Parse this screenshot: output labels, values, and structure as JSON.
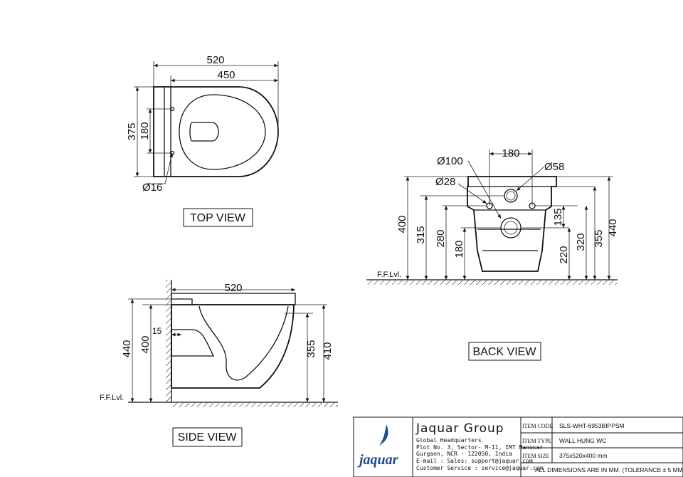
{
  "top_view": {
    "label": "TOP VIEW",
    "dim_length": "520",
    "dim_seat": "450",
    "dim_width": "375",
    "dim_holes": "180",
    "dim_hole_dia": "Ø16"
  },
  "back_view": {
    "label": "BACK VIEW",
    "dim_180": "180",
    "dim_d100": "Ø100",
    "dim_d58": "Ø58",
    "dim_d28": "Ø28",
    "dim_400": "400",
    "dim_315": "315",
    "dim_280": "280",
    "dim_180b": "180",
    "dim_135": "135",
    "dim_220": "220",
    "dim_320": "320",
    "dim_355": "355",
    "dim_440": "440",
    "floor_label": "F.F.Lvl."
  },
  "side_view": {
    "label": "SIDE VIEW",
    "dim_520": "520",
    "dim_15": "15",
    "dim_440": "440",
    "dim_400": "400",
    "dim_355": "355",
    "dim_410": "410",
    "floor_label": "F.F.Lvl."
  },
  "title_block": {
    "logo_text": "jaquar",
    "company": "Jaquar Group",
    "address_lines": [
      "Global Headquarters",
      "Plot No. 3, Sector- M-11, IMT Manesar",
      "Gurgaon, NCR - 122050, India",
      "E-mail : Sales: support@jaquar.com",
      "Customer Service : service@jaquar.com"
    ],
    "item_code_label": "ITEM CODE",
    "item_code": "SLS-WHT-6953BIPPSM",
    "item_type_label": "ITEM TYPE",
    "item_type": "WALL HUNG WC",
    "item_size_label": "ITEM SIZE",
    "item_size": "375x520x400 mm",
    "note": "ALL DIMENSIONS ARE IN MM. (TOLERANCE ± 5 MM)",
    "brand_color": "#1f4d8f"
  }
}
